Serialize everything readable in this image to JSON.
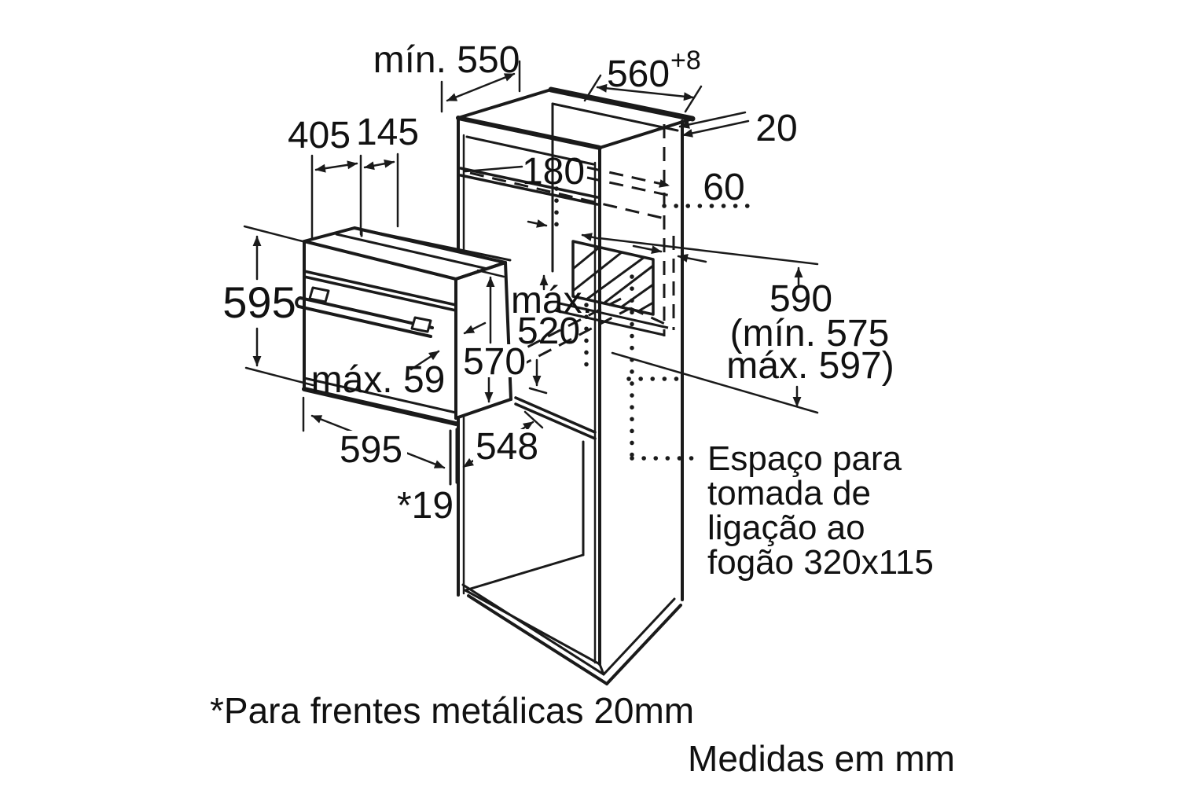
{
  "diagram": {
    "type": "appliance-installation-drawing",
    "subject": "built-in oven niche dimensions",
    "units_note": "Medidas em mm",
    "footnote": "*Para frentes metálicas 20mm",
    "dimensions": {
      "min550": "mín. 550",
      "d560": "560",
      "d560_sup": "+8",
      "d20": "20",
      "d405": "405",
      "d145": "145",
      "d180": "180",
      "d60": "60",
      "d595_left": "595",
      "max520_line1": "máx.",
      "max520_line2": "520",
      "d570": "570",
      "max59": "máx. 59",
      "d595_bottom": "595",
      "d548": "548",
      "d19": "*19",
      "d590": "590",
      "d590_min": "(mín. 575",
      "d590_max": "máx. 597)"
    },
    "connection_space": {
      "line1": "Espaço para",
      "line2": "tomada de",
      "line3": "ligação ao",
      "line4": "fogão 320x115"
    },
    "colors": {
      "line": "#1a1a1a",
      "background": "#ffffff"
    }
  }
}
